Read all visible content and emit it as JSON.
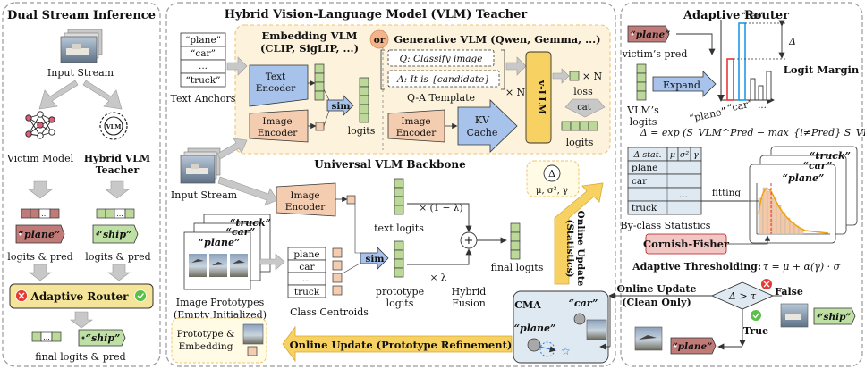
{
  "panels": {
    "left_title": "Dual Stream Inference",
    "middle_title": "Hybrid Vision-Language Model (VLM) Teacher",
    "right_title": "Adaptive Router"
  },
  "left": {
    "input_stream": "Input Stream",
    "victim_model": "Victim Model",
    "hybrid_teacher_line1": "Hybrid VLM",
    "hybrid_teacher_line2": "Teacher",
    "pred_victim": "“plane”",
    "pred_teacher": "“ship”",
    "logits_pred_1": "logits & pred",
    "logits_pred_2": "logits & pred",
    "router": "Adaptive Router",
    "final_pred": "“ship”",
    "final_label": "final logits & pred",
    "ellipsis": "..."
  },
  "top": {
    "anchors": [
      "“plane”",
      "“car”",
      "...",
      "“truck”"
    ],
    "text_anchors": "Text Anchors",
    "embedding_vlm_line1": "Embedding VLM",
    "embedding_vlm_line2": "(CLIP, SigLIP, ...)",
    "or": "or",
    "generative_vlm": "Generative VLM (Qwen, Gemma, ...)",
    "text_encoder_1": "Text",
    "text_encoder_2": "Encoder",
    "image_encoder_1": "Image",
    "image_encoder_2": "Encoder",
    "sim": "sim",
    "logits": "logits",
    "q_text": "Q: Classify image",
    "a_text": "A: It is {candidate}",
    "times_n": "× N",
    "qa_template": "Q-A Template",
    "image_encoder_g1": "Image",
    "image_encoder_g2": "Encoder",
    "kv_1": "KV",
    "kv_2": "Cache",
    "v_llm": "v-LLM",
    "times_n_loss": "× N",
    "loss": "loss",
    "cat": "cat",
    "logits_g": "logits"
  },
  "backbone": {
    "title": "Universal VLM Backbone",
    "input_stream": "Input Stream",
    "image_encoder_1": "Image",
    "image_encoder_2": "Encoder",
    "delta": "Δ",
    "stats": "μ, σ², γ",
    "times_one_minus_lambda": "× (1 − λ)",
    "text_logits": "text logits",
    "plus": "+",
    "final_logits": "final logits",
    "classes": [
      "plane",
      "car",
      "...",
      "truck"
    ],
    "proto_cards": [
      "“truck”",
      "“car”",
      "“plane”"
    ],
    "image_prototypes_1": "Image Prototypes",
    "image_prototypes_2": "(Empty Initialized)",
    "class_centroids": "Class Centroids",
    "sim": "sim",
    "times_lambda": "× λ",
    "prototype_logits_1": "prototype",
    "prototype_logits_2": "logits",
    "hybrid_fusion_1": "Hybrid",
    "hybrid_fusion_2": "Fusion",
    "prototype_embedding_1": "Prototype &",
    "prototype_embedding_2": "Embedding",
    "online_update_proto": "Online Update (Prototype Refinement)",
    "online_update_stats_1": "Online Update",
    "online_update_stats_2": "(Statistics)",
    "cma": "CMA",
    "cma_car": "“car”",
    "cma_plane": "“plane”"
  },
  "router": {
    "victim_pred_tag": "“plane”",
    "victim_pred_label": "victim’s pred",
    "vlm_logits_1": "VLM’s",
    "vlm_logits_2": "logits",
    "expand": "Expand",
    "bar_plane": "“plane”",
    "bar_car": "“car”",
    "bar_dots": "...",
    "delta": "Δ",
    "logit_margin": "Logit Margin",
    "formula": "Δ = exp (S_VLM^Pred − max_{i≠Pred} S_VLM^i)",
    "stat_headers": [
      "Δ stat.",
      "μ",
      "σ²",
      "γ"
    ],
    "stat_rows": [
      "plane",
      "car",
      "...",
      "truck"
    ],
    "by_class": "By-class Statistics",
    "fitting": "fitting",
    "hist_cards": [
      "“truck”",
      "“car”",
      "“plane”"
    ],
    "cornish_fisher": "Cornish-Fisher",
    "adaptive_thresholding": "Adaptive Thresholding:",
    "tau_formula": "τ = μ + α(γ) · σ",
    "online_update": "Online Update",
    "clean_only": "(Clean Only)",
    "decision": "Δ > τ",
    "false": "False",
    "true": "True",
    "false_pred": "“ship”",
    "true_pred": "“plane”"
  },
  "colors": {
    "green_vec": "#bcd99a",
    "encoder_fill": "#f4cdb0",
    "sim_fill": "#a7c3eb",
    "gold_fill": "#f6e9a8",
    "router_fill": "#f5e59a",
    "pred_red": "#c07a78",
    "pred_green": "#bfe0a4",
    "cornish_fill": "#f2c7c3",
    "cornish_text": "#b3161f",
    "arrow_fill": "#c8c8c8",
    "arrow_gold": "#f7d262",
    "bar_red": "#e53935",
    "bar_blue": "#1e9be8",
    "hist_fill": "#f4c9a8"
  }
}
